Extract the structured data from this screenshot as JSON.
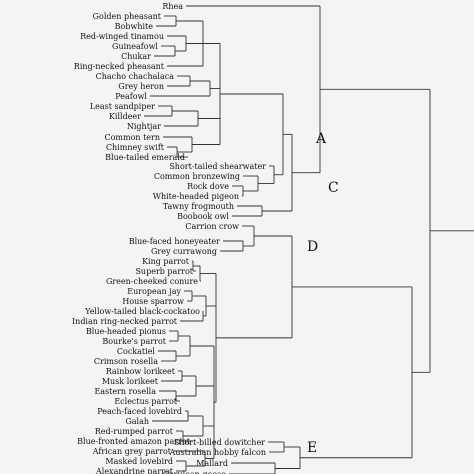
{
  "tree": {
    "leaves": [
      "Rhea",
      "Golden pheasant",
      "Bobwhite",
      "Red-winged tinamou",
      "Guineafowl",
      "Chukar",
      "Ring-necked pheasant",
      "Chacho chachalaca",
      "Grey heron",
      "Peafowl",
      "Least sandpiper",
      "Killdeer",
      "Nightjar",
      "Common tern",
      "Chimney swift",
      "Blue-tailed emerald",
      "Short-tailed shearwater",
      "Common bronzewing",
      "Rock dove",
      "White-headed pigeon",
      "Tawny frogmouth",
      "Boobook owl",
      "Carrion crow",
      "Blue-faced honeyeater",
      "Grey currawong",
      "King parrot",
      "Superb parrot",
      "Green-cheeked conure",
      "European jay",
      "House sparrow",
      "Yellow-tailed black-cockatoo",
      "Indian ring-necked parrot",
      "Blue-headed pionus",
      "Bourke's parrot",
      "Cockatiel",
      "Crimson rosella",
      "Rainbow lorikeet",
      "Musk lorikeet",
      "Eastern rosella",
      "Eclectus parrot",
      "Peach-faced lovebird",
      "Galah",
      "Red-rumped parrot",
      "Blue-fronted amazon parrot",
      "African grey parrot",
      "Masked lovebird",
      "Alexandrine parrot",
      "Short-billed dowitcher",
      "Australian hobby falcon",
      "Mallard",
      "Cerulean goose"
    ],
    "clade_labels": [
      "A",
      "C",
      "D",
      "E"
    ]
  }
}
